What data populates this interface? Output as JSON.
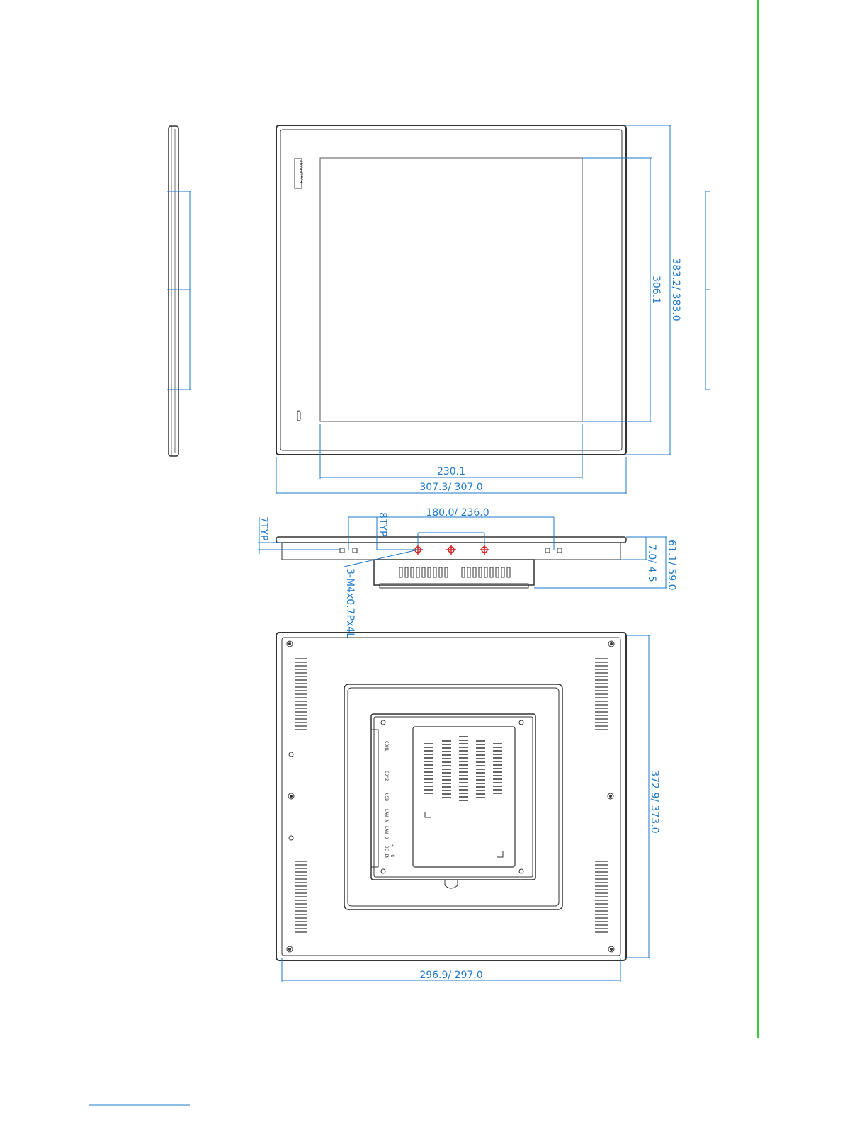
{
  "brand_logo_text": "ADVANTECH",
  "front_view": {
    "screen_width": "230.1",
    "overall_width": "307.3/ 307.0",
    "screen_height": "306.1",
    "overall_height": "383.2/ 383.0"
  },
  "top_view": {
    "mount_spacing": "180.0/ 236.0",
    "typ_8": "8TYP",
    "typ_7": "7TYP",
    "screw_spec": "3-M4x0.7Px4L",
    "bezel_depth": "7.0/ 4.5",
    "total_depth": "61.1/ 59.0"
  },
  "rear_view": {
    "height": "372.9/ 373.0",
    "width": "296.9/ 297.0",
    "port_labels": [
      "COM1",
      "COM2",
      "USB",
      "LAN A",
      "LAN B",
      "DC IN"
    ],
    "power_pins": "+ - G"
  },
  "colors": {
    "dimension": "#1e78c8",
    "outline": "#333333",
    "marker": "#d42020",
    "margin_rule": "#3cc83c"
  }
}
